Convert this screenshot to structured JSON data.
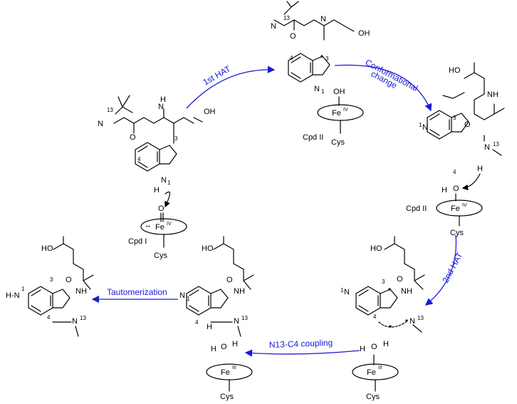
{
  "steps": {
    "s1": "1st HAT",
    "s2a": "Conformational",
    "s2b": "change",
    "s3": "2nd HAT",
    "s4": "N13-C4 coupling",
    "s5": "Tautomerization"
  },
  "labels": {
    "cpd1": "Cpd I",
    "cpd2a": "Cpd II",
    "cpd2b": "Cpd II",
    "fe": "Fe",
    "fe_iv": "IV",
    "fe_iii": "III",
    "cys": "Cys",
    "oh": "OH",
    "ho": "HO",
    "o": "O",
    "h": "H",
    "n": "N",
    "nh": "NH",
    "hn": "H-N",
    "n1": "N",
    "one": "1",
    "three": "3",
    "four": "4",
    "thirteen": "13",
    "radical_cat": "+•"
  },
  "colors": {
    "arrow": "#1a1ad6",
    "bond": "#000000"
  }
}
